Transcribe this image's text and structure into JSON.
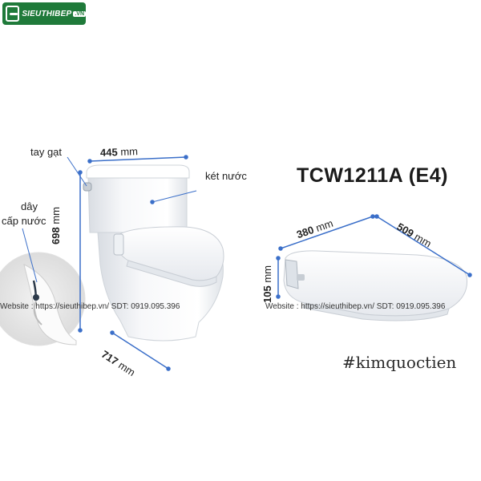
{
  "logo": {
    "text": "SIEUTHIBEP",
    "suffix": ".VN"
  },
  "labels": {
    "tay_gat": "tay gạt",
    "ket_nuoc": "két nước",
    "day_cap_nuoc_1": "dây",
    "day_cap_nuoc_2": "cấp nước"
  },
  "dimensions": {
    "width_toilet": {
      "value": "445",
      "unit": "mm"
    },
    "height_toilet": {
      "value": "698",
      "unit": "mm"
    },
    "depth_toilet": {
      "value": "717",
      "unit": "mm"
    },
    "seat_width": {
      "value": "380",
      "unit": "mm"
    },
    "seat_length": {
      "value": "509",
      "unit": "mm"
    },
    "seat_height": {
      "value": "105",
      "unit": "mm"
    }
  },
  "model": "TCW1211A (E4)",
  "hashtag": "#kimquoctien",
  "watermark": {
    "left": "Website : https://sieuthibep.vn/  SDT: 0919.095.396",
    "right": "Website : https://sieuthibep.vn/ SDT: 0919.095.396"
  },
  "colors": {
    "brand_green": "#1f7a3a",
    "dimension_blue": "#3b6fc9"
  }
}
